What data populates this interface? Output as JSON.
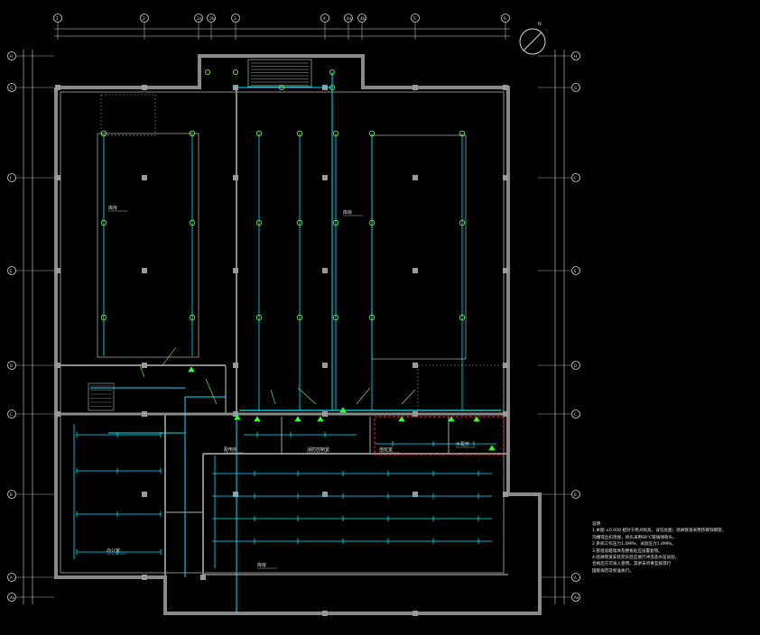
{
  "drawing": {
    "title": "",
    "background": "#000000",
    "colors": {
      "wall": "#8a8a8a",
      "column": "#9a9a9a",
      "grid": "#d8d8d8",
      "pipe": "#00e5ff",
      "sprinkler": "#7dff4a",
      "valve": "#33ff33",
      "red_dashed": "#ff2020",
      "text": "#e0e0e0"
    }
  },
  "grid": {
    "top_axes": [
      "1",
      "2",
      "2a",
      "2b",
      "3",
      "4",
      "4a",
      "4b",
      "5",
      "6"
    ],
    "left_axes": [
      "H",
      "G",
      "F",
      "E",
      "D",
      "C",
      "B",
      "A",
      "Aa"
    ]
  },
  "rooms": [
    {
      "name": "room-left-large",
      "label": "库房"
    },
    {
      "name": "room-center-large",
      "label": "库房"
    },
    {
      "name": "room-lower-left",
      "label": "办公室"
    },
    {
      "name": "room-lower-mid",
      "label": "库房"
    },
    {
      "name": "room-small-1",
      "label": "配电房"
    },
    {
      "name": "room-small-2",
      "label": "消防控制室"
    },
    {
      "name": "room-small-3",
      "label": "值班室"
    },
    {
      "name": "room-small-4",
      "label": "水泵房"
    }
  ],
  "legend_icons": [
    "north-arrow-icon"
  ],
  "notes": {
    "heading": "说明",
    "lines": [
      "1.本图 ±0.000 相对于绝对标高，详见总图；喷淋管道采用热镀锌钢管，",
      "  沟槽或丝扣连接，喷头采用68℃玻璃球喷头。",
      "2.系统工作压力1.0MPa，试验压力1.4MPa。",
      "3.管道穿越墙体及楼板处应设置套管。",
      "4.喷淋管道安装完毕后应进行冲洗及水压试验，",
      "  合格后方可投入使用。其余未尽事宜按现行",
      "  国家规范及标准执行。"
    ]
  }
}
